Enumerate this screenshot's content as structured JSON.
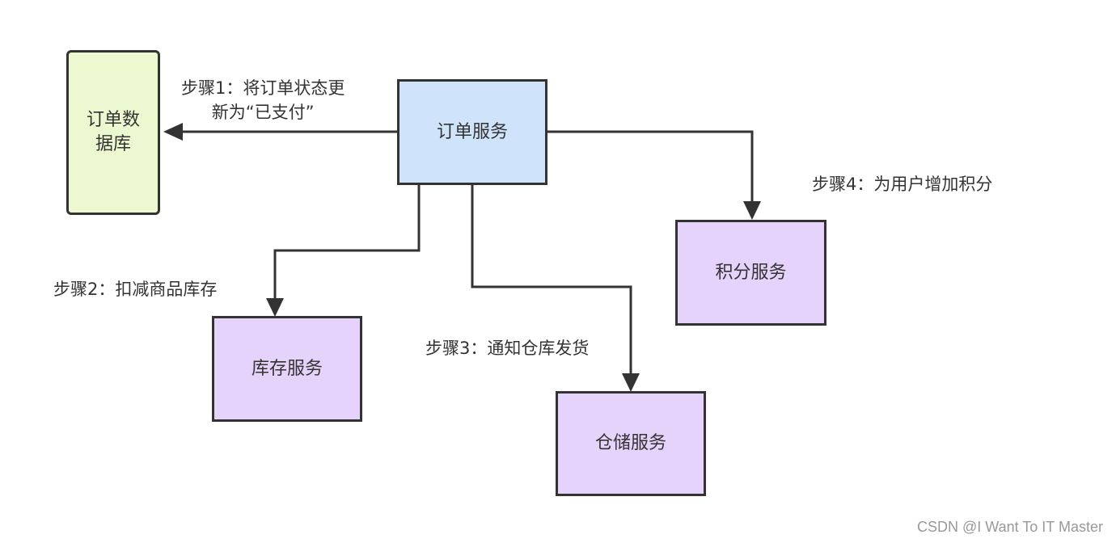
{
  "nodes": {
    "order_db": {
      "line1": "订单数",
      "line2": "据库",
      "fill": "#ecf8cf"
    },
    "order_service": {
      "label": "订单服务",
      "fill": "#cfe4fb"
    },
    "points_service": {
      "label": "积分服务",
      "fill": "#e6d3fb"
    },
    "inventory_service": {
      "label": "库存服务",
      "fill": "#e6d3fb"
    },
    "warehouse_service": {
      "label": "仓储服务",
      "fill": "#e6d3fb"
    }
  },
  "steps": {
    "step1": {
      "line1": "步骤1：将订单状态更",
      "line2": "新为“已支付”"
    },
    "step2": "步骤2：扣减商品库存",
    "step3": "步骤3：通知仓库发货",
    "step4": "步骤4：为用户增加积分"
  },
  "watermark": "CSDN @I Want To IT Master"
}
